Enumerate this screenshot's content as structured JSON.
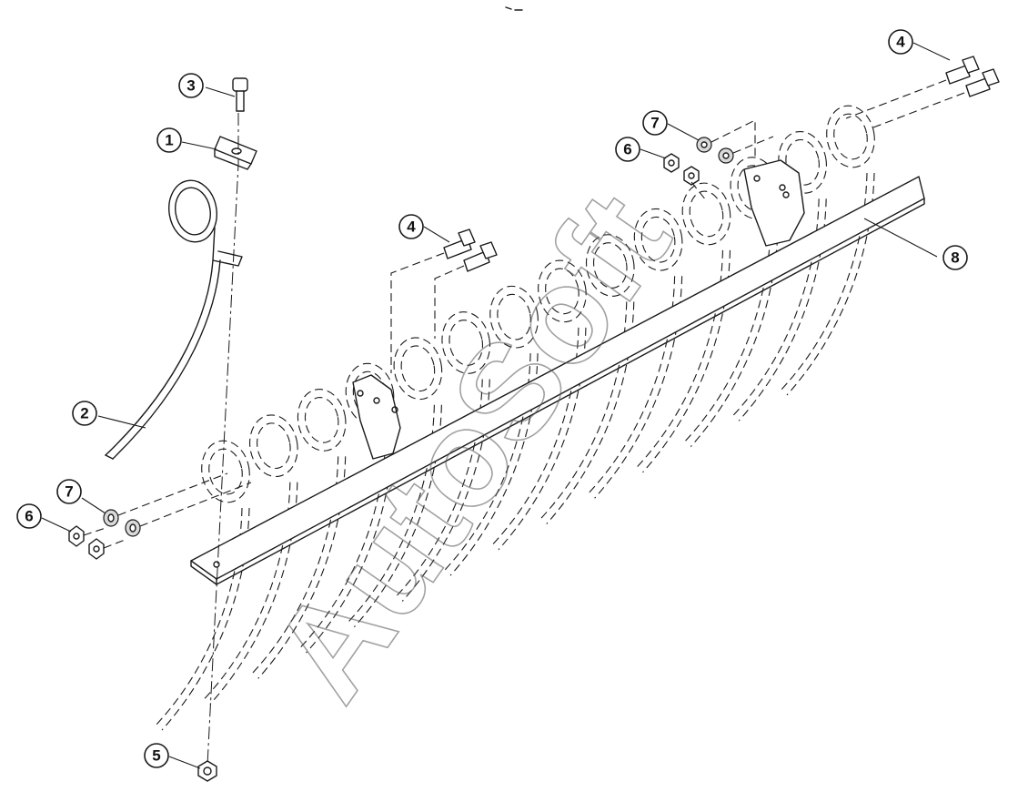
{
  "diagram": {
    "callouts": [
      {
        "id": "callout-1",
        "label": "1"
      },
      {
        "id": "callout-2",
        "label": "2"
      },
      {
        "id": "callout-3",
        "label": "3"
      },
      {
        "id": "callout-4a",
        "label": "4"
      },
      {
        "id": "callout-4b",
        "label": "4"
      },
      {
        "id": "callout-5",
        "label": "5"
      },
      {
        "id": "callout-6a",
        "label": "6"
      },
      {
        "id": "callout-6b",
        "label": "6"
      },
      {
        "id": "callout-7a",
        "label": "7"
      },
      {
        "id": "callout-7b",
        "label": "7"
      },
      {
        "id": "callout-8",
        "label": "8"
      }
    ],
    "watermark": "AutoSoft"
  }
}
